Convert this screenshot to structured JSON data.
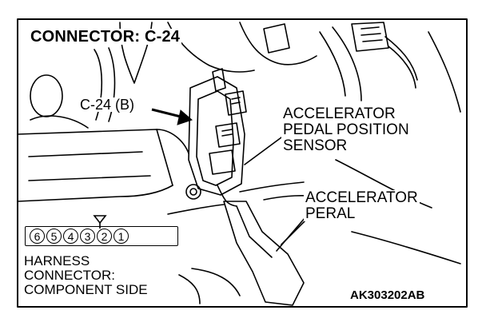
{
  "title": "CONNECTOR: C-24",
  "connector_callout": "C-24 (B)",
  "sensor_label": [
    "ACCELERATOR",
    "PEDAL POSITION",
    "SENSOR"
  ],
  "pedal_label": [
    "ACCELERATOR",
    "PERAL"
  ],
  "harness_label": [
    "HARNESS",
    "CONNECTOR:",
    "COMPONENT SIDE"
  ],
  "connector_pins": [
    "6",
    "5",
    "4",
    "3",
    "2",
    "1"
  ],
  "figure_code": "AK303202AB",
  "colors": {
    "ink": "#000000",
    "paper": "#ffffff"
  }
}
